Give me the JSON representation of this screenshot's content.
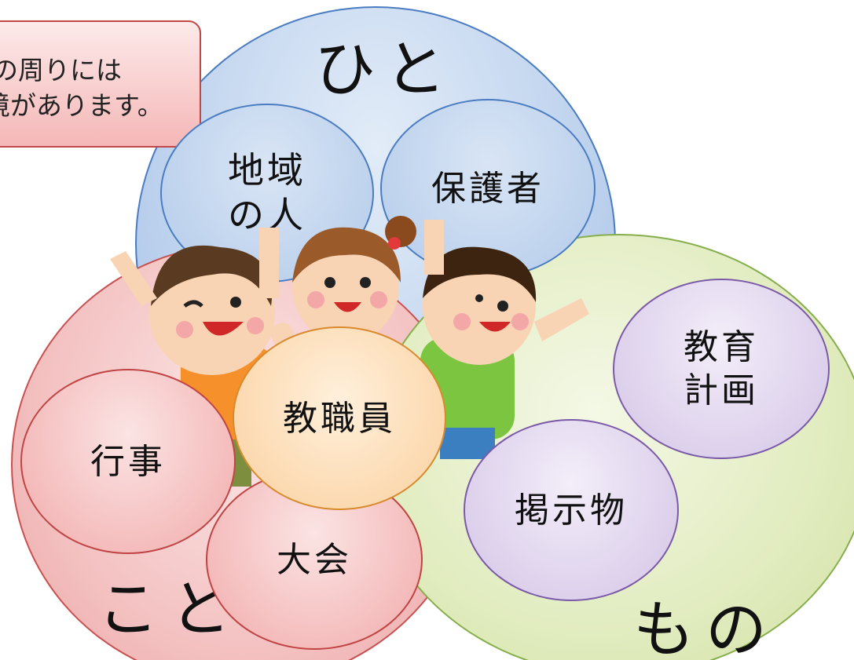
{
  "callout": {
    "line1": "の周りには",
    "line2": "境があります。"
  },
  "regions": {
    "hito": "ひと",
    "koto": "こと",
    "mono": "もの"
  },
  "items": {
    "chiiki": "地域の人",
    "hogosha": "保護者",
    "kyoshokuin": "教職員",
    "gyoji": "行事",
    "taikai": "大会",
    "kyoiku_keikaku": "教育計画",
    "keijibutsu": "掲示物"
  },
  "colors": {
    "hito": "#a4c0e6",
    "koto": "#eba3a3",
    "mono": "#cfe0a0",
    "staff": "#fbd09e",
    "purple": "#d4c4e6"
  }
}
